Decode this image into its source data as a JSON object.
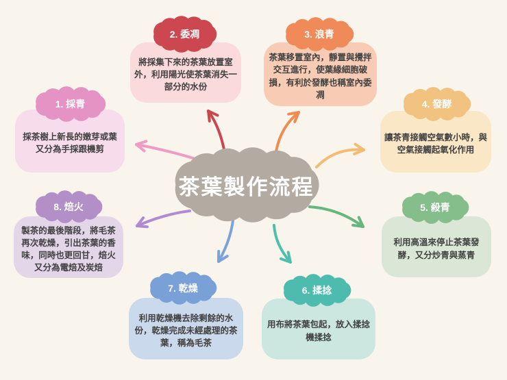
{
  "background_color": "#FAF5EC",
  "text_color": "#414141",
  "center": {
    "title": "茶葉製作流程",
    "cloud_color": "#B3AAA2",
    "title_color": "#FFFFFF"
  },
  "steps": [
    {
      "label": "1. 採青",
      "description": "採茶樹上新長的嫩芽或葉又分為手採跟機剪",
      "cloud_color": "#E593C5",
      "box_color": "#F7DCEC",
      "arrow_color": "#EE9CC3"
    },
    {
      "label": "2. 委凋",
      "description": "將採集下來的茶葉放置室外，利用陽光使茶葉消失一部分的水份",
      "cloud_color": "#CC4750",
      "box_color": "#FADADB",
      "arrow_color": "#C9474F"
    },
    {
      "label": "3. 浪青",
      "description": "茶葉移置室內，靜置與攪拌交互進行，使葉緣細胞破損，有利於發酵也稱室內委凋",
      "cloud_color": "#F08A58",
      "box_color": "#F8CCB4",
      "arrow_color": "#EF8C52"
    },
    {
      "label": "4. 發酵",
      "description": "讓茶青接觸空氣數小時，與空氣接觸起氧化作用",
      "cloud_color": "#F2C380",
      "box_color": "#FAE7C6",
      "arrow_color": "#F2BC72"
    },
    {
      "label": "5. 殺青",
      "description": "利用高溫來停止茶葉發酵，又分炒青與蒸青",
      "cloud_color": "#85BE8B",
      "box_color": "#DAE7D6",
      "arrow_color": "#66B77E"
    },
    {
      "label": "6. 揉捻",
      "description": "用布將茶葉包起，放入揉捻機揉捻",
      "cloud_color": "#4DBCAE",
      "box_color": "#CBE7E0",
      "arrow_color": "#4FBFAD"
    },
    {
      "label": "7. 乾燥",
      "description": "利用乾燥機去除剩餘的水份，乾燥完成未經處理的茶葉，稱為毛茶",
      "cloud_color": "#7AA0D8",
      "box_color": "#CBD9EC",
      "arrow_color": "#7BA2DC"
    },
    {
      "label": "8. 焙火",
      "description": "製茶的最後階段，將毛茶再次乾燥，引出茶葉的香味，同時也更回甘，焙火又分為電焙及炭焙",
      "cloud_color": "#B28FC7",
      "box_color": "#E3D6E9",
      "arrow_color": "#AF8BD0"
    }
  ]
}
